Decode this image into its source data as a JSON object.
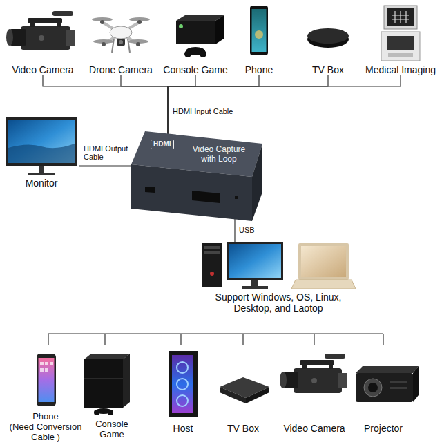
{
  "diagram": {
    "nodes": [
      {
        "text": [
          "Video Camera"
        ]
      },
      {
        "text": [
          "Drone Camera"
        ]
      },
      {
        "text": [
          "Console Game"
        ]
      },
      {
        "text": [
          "Phone"
        ]
      },
      {
        "text": [
          "TV Box"
        ]
      },
      {
        "text": [
          "Medical Imaging"
        ]
      },
      {
        "text": [
          "Monitor"
        ]
      },
      {
        "text": [
          "HDMI",
          "Video Capture with Loop"
        ]
      },
      {
        "text": [
          "Support Windows, OS, Linux, Desktop, and Laotop"
        ]
      },
      {
        "text": [
          "Phone",
          "(Need Conversion Cable )"
        ]
      },
      {
        "text": [
          "Console Game"
        ]
      },
      {
        "text": [
          "Host"
        ]
      },
      {
        "text": [
          "TV Box"
        ]
      },
      {
        "text": [
          "Video Camera"
        ]
      },
      {
        "text": [
          "Projector"
        ]
      }
    ],
    "edges": [
      {
        "from": 0,
        "to": 7,
        "arrow": "none"
      },
      {
        "from": 1,
        "to": 7,
        "arrow": "none"
      },
      {
        "from": 2,
        "to": 7,
        "arrow": "none"
      },
      {
        "from": 3,
        "to": 7,
        "arrow": "none"
      },
      {
        "from": 4,
        "to": 7,
        "arrow": "none"
      },
      {
        "from": 5,
        "to": 7,
        "arrow": "none"
      },
      {
        "from": 7,
        "to": 6,
        "label": "HDMI Output Cable",
        "arrow": "none"
      },
      {
        "from": 7,
        "to": 8,
        "label": "USB",
        "arrow": "none"
      }
    ],
    "labels": [
      "HDMI Input Cable"
    ]
  }
}
